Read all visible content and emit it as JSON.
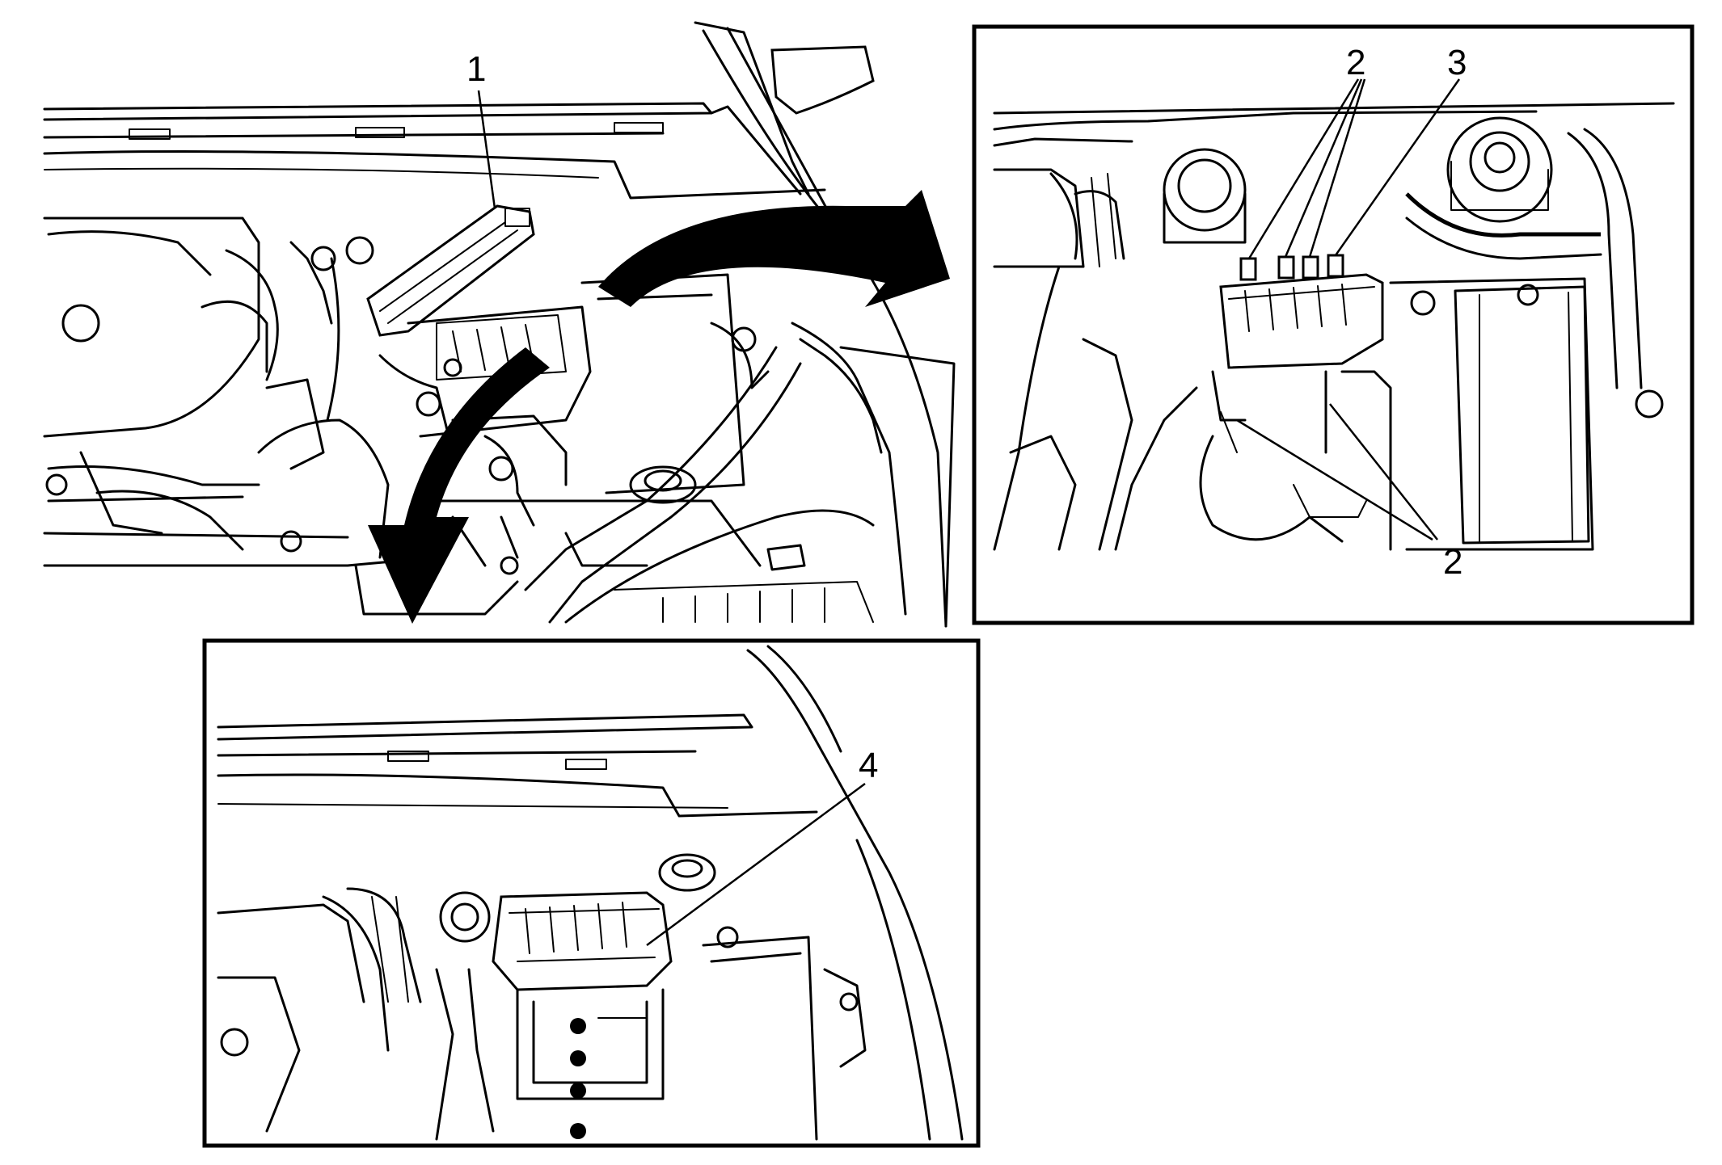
{
  "callouts": {
    "c1": "1",
    "c2_top": "2",
    "c3": "3",
    "c2_bottom": "2",
    "c4": "4"
  },
  "colors": {
    "ink": "#000000",
    "paper": "#ffffff"
  }
}
